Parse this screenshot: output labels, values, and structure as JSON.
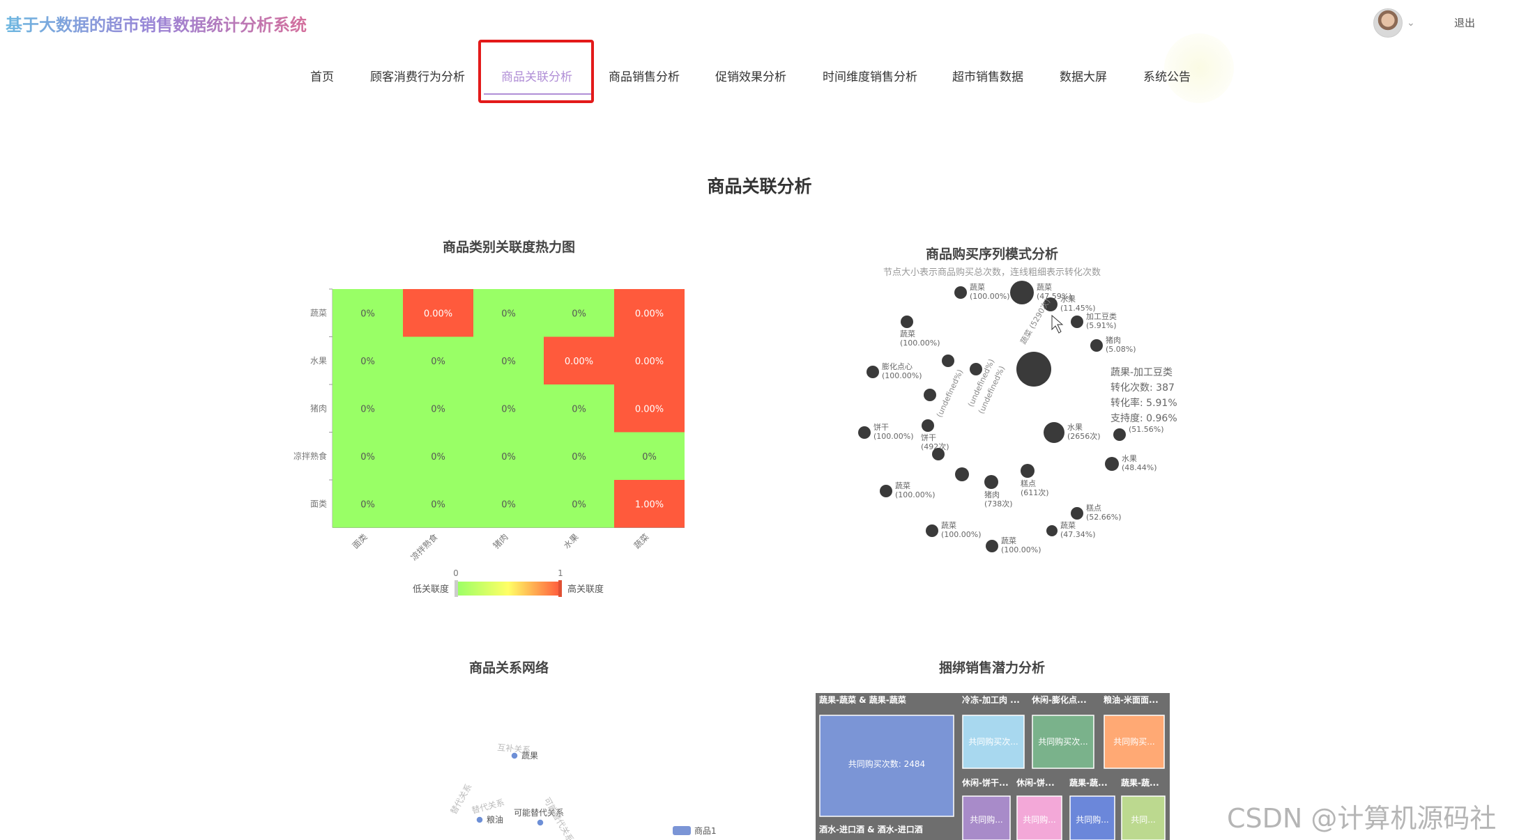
{
  "app": {
    "title": "基于大数据的超市销售数据统计分析系统",
    "logout": "退出"
  },
  "nav": {
    "items": [
      "首页",
      "顾客消费行为分析",
      "商品关联分析",
      "商品销售分析",
      "促销效果分析",
      "时间维度销售分析",
      "超市销售数据",
      "数据大屏",
      "系统公告"
    ],
    "active_index": 2
  },
  "page": {
    "title": "商品关联分析"
  },
  "heatmap": {
    "title": "商品类别关联度热力图",
    "legend": {
      "min": "0",
      "max": "1",
      "low_label": "低关联度",
      "high_label": "高关联度"
    }
  },
  "sequence": {
    "title": "商品购买序列模式分析",
    "subtitle": "节点大小表示商品购买总次数，连线粗细表示转化次数",
    "tooltip": [
      "蔬果-加工豆类",
      "转化次数: 387",
      "转化率: 5.91%",
      "支持度: 0.96%"
    ]
  },
  "network": {
    "title": "商品关系网络",
    "legend_label": "商品1",
    "labels": [
      "蔬果",
      "粮油",
      "互补关系",
      "替代关系",
      "可能替代关系",
      "可能替代关系"
    ]
  },
  "treemap": {
    "title": "捆绑销售潜力分析",
    "main_cell": "共同购买次数: 2484",
    "group_labels": [
      "蔬果-蔬菜 & 蔬果-蔬菜",
      "冷冻-加工肉 ...",
      "休闲-膨化点...",
      "粮油-米面面...",
      "休闲-饼干...",
      "休闲-饼...",
      "蔬果-蔬...",
      "蔬果-蔬...",
      "酒水-进口酒 & 酒水-进口酒"
    ],
    "cell_labels": [
      "共同购买次...",
      "共同购买次...",
      "共同购买...",
      "共同购...",
      "共同购...",
      "共同购...",
      "共同..."
    ]
  },
  "chart_data": [
    {
      "type": "heatmap",
      "title": "商品类别关联度热力图",
      "y_categories": [
        "蔬菜",
        "水果",
        "猪肉",
        "凉拌熟食",
        "面类"
      ],
      "x_categories": [
        "面类",
        "凉拌熟食",
        "猪肉",
        "水果",
        "蔬菜"
      ],
      "cells": [
        [
          "0%",
          "0.00%",
          "0%",
          "0%",
          "0.00%"
        ],
        [
          "0%",
          "0%",
          "0%",
          "0.00%",
          "0.00%"
        ],
        [
          "0%",
          "0%",
          "0%",
          "0%",
          "0.00%"
        ],
        [
          "0%",
          "0%",
          "0%",
          "0%",
          "0%"
        ],
        [
          "0%",
          "0%",
          "0%",
          "0%",
          "1.00%"
        ]
      ],
      "values": [
        [
          0,
          1,
          0,
          0,
          1
        ],
        [
          0,
          0,
          0,
          1,
          1
        ],
        [
          0,
          0,
          0,
          0,
          1
        ],
        [
          0,
          0,
          0,
          0,
          0
        ],
        [
          0,
          0,
          0,
          0,
          1
        ]
      ],
      "visual_map": {
        "min": 0,
        "max": 1,
        "colors": [
          "#99ff66",
          "#ffff66",
          "#ff5a3c"
        ]
      }
    },
    {
      "type": "scatter",
      "title": "商品购买序列模式分析",
      "node_labels": [
        [
          "蔬菜",
          "(100.00%)"
        ],
        [
          "蔬菜",
          "(47.59%)"
        ],
        [
          "水果",
          "(11.45%)"
        ],
        [
          "加工豆类",
          "(5.91%)"
        ],
        [
          "蔬菜",
          "(100.00%)"
        ],
        [
          "猪肉",
          "(5.08%)"
        ],
        [
          "膨化点心",
          "(100.00%)"
        ],
        [
          "饼干",
          "(100.00%)"
        ],
        [
          "饼干",
          "(492次)"
        ],
        [
          "水果",
          "(2656次)"
        ],
        [
          "(51.56%)"
        ],
        [
          "水果",
          "(48.44%)"
        ],
        [
          "蔬菜",
          "(100.00%)"
        ],
        [
          "猪肉",
          "(738次)"
        ],
        [
          "糕点",
          "(611次)"
        ],
        [
          "糕点",
          "(52.66%)"
        ],
        [
          "蔬菜",
          "(100.00%)"
        ],
        [
          "蔬菜",
          "(47.34%)"
        ],
        [
          "蔬菜",
          "(100.00%)"
        ],
        [
          "蔬菜",
          "(5290次)"
        ],
        [
          "(undefined%)"
        ]
      ]
    }
  ]
}
